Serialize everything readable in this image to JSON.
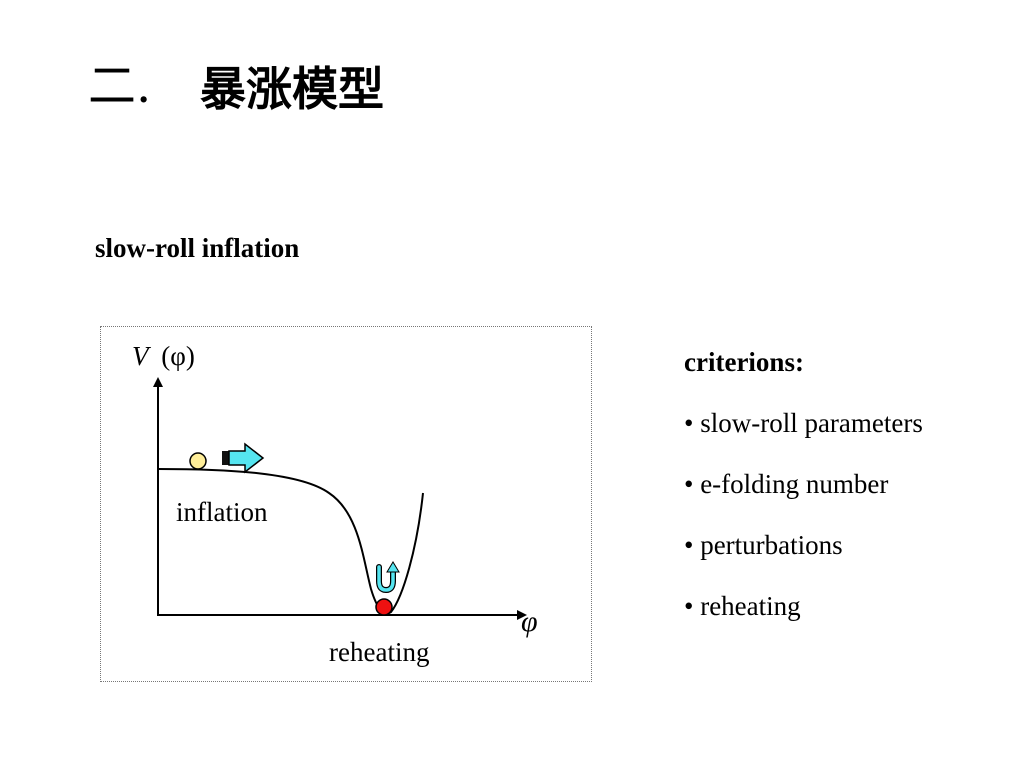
{
  "title": {
    "number": "二.",
    "text": "暴涨模型"
  },
  "subtitle": "slow-roll inflation",
  "diagram": {
    "y_axis_label_V": "V",
    "y_axis_label_arg": "(φ)",
    "x_axis_label": "φ",
    "region_inflation": "inflation",
    "region_reheating": "reheating",
    "colors": {
      "curve": "#000000",
      "ball_inflation": "#ffee99",
      "ball_reheating": "#ee1111",
      "arrow": "#55e5f0"
    }
  },
  "criteria": {
    "heading": "criterions:",
    "items": [
      "• slow-roll parameters",
      "• e-folding number",
      "• perturbations",
      "• reheating"
    ]
  }
}
